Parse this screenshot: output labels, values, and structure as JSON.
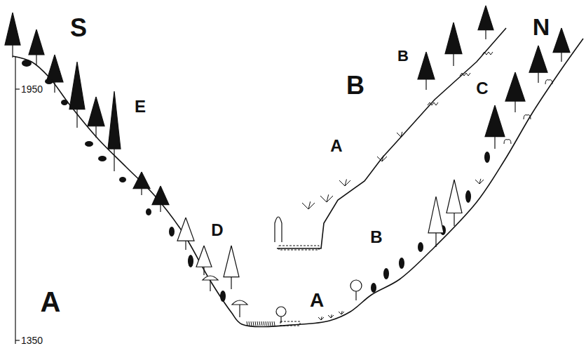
{
  "diagram": {
    "labels": [
      "S",
      "N",
      "B",
      "1950",
      "B",
      "E",
      "C",
      "A",
      "D",
      "B",
      "A",
      "A",
      "1350"
    ]
  }
}
